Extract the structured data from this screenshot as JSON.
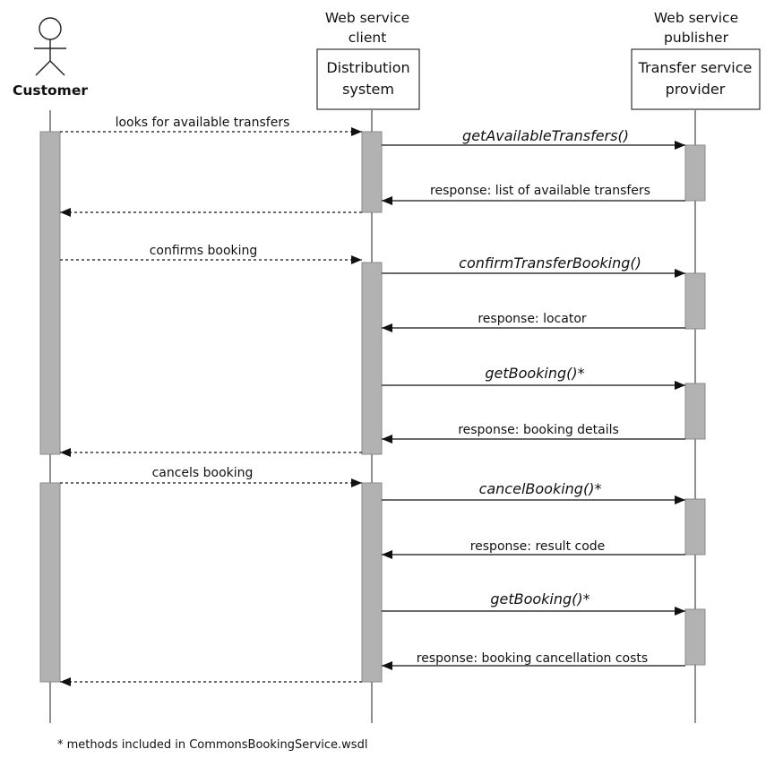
{
  "participants": {
    "customer": {
      "name": "Customer"
    },
    "client": {
      "role_line1": "Web service",
      "role_line2": "client",
      "box_line1": "Distribution",
      "box_line2": "system"
    },
    "provider": {
      "role_line1": "Web service",
      "role_line2": "publisher",
      "box_line1": "Transfer service",
      "box_line2": "provider"
    }
  },
  "messages": [
    {
      "label": "looks for available transfers",
      "style": "dashed",
      "from": "customer",
      "to": "client"
    },
    {
      "label": "getAvailableTransfers()",
      "style": "call",
      "from": "client",
      "to": "provider"
    },
    {
      "label": "response: list of available transfers",
      "style": "solid",
      "from": "provider",
      "to": "client"
    },
    {
      "label": "",
      "style": "dashed",
      "from": "client",
      "to": "customer"
    },
    {
      "label": "confirms booking",
      "style": "dashed",
      "from": "customer",
      "to": "client"
    },
    {
      "label": "confirmTransferBooking()",
      "style": "call",
      "from": "client",
      "to": "provider"
    },
    {
      "label": "response: locator",
      "style": "solid",
      "from": "provider",
      "to": "client"
    },
    {
      "label": "getBooking()*",
      "style": "call",
      "from": "client",
      "to": "provider"
    },
    {
      "label": "response: booking details",
      "style": "solid",
      "from": "provider",
      "to": "client"
    },
    {
      "label": "",
      "style": "dashed",
      "from": "client",
      "to": "customer"
    },
    {
      "label": "cancels booking",
      "style": "dashed",
      "from": "customer",
      "to": "client"
    },
    {
      "label": "cancelBooking()*",
      "style": "call",
      "from": "client",
      "to": "provider"
    },
    {
      "label": "response: result code",
      "style": "solid",
      "from": "provider",
      "to": "client"
    },
    {
      "label": "getBooking()*",
      "style": "call",
      "from": "client",
      "to": "provider"
    },
    {
      "label": "response: booking cancellation costs",
      "style": "solid",
      "from": "provider",
      "to": "client"
    },
    {
      "label": "",
      "style": "dashed",
      "from": "client",
      "to": "customer"
    }
  ],
  "footnote": "* methods included in CommonsBookingService.wsdl"
}
